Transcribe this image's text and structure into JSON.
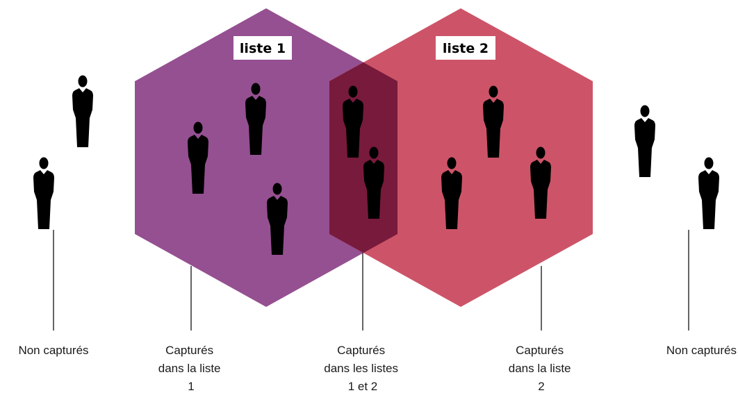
{
  "colors": {
    "list1_fill": "#955091",
    "list2_fill": "#cd5468",
    "overlap_fill": "#781a3c",
    "person": "#000000",
    "leader_line": "#111111",
    "label_box": "#ffffff"
  },
  "lists": [
    {
      "label": "liste 1",
      "icon": "hexagon"
    },
    {
      "label": "liste 2",
      "icon": "hexagon"
    }
  ],
  "groups": [
    {
      "key": "not-captured-left",
      "lines": [
        "Non capturés"
      ],
      "people": 2
    },
    {
      "key": "captured-list-1",
      "lines": [
        "Capturés",
        "dans la liste",
        "1"
      ],
      "people": 3
    },
    {
      "key": "captured-both",
      "lines": [
        "Capturés",
        "dans les listes",
        "1 et 2"
      ],
      "people": 2
    },
    {
      "key": "captured-list-2",
      "lines": [
        "Capturés",
        "dans la liste",
        "2"
      ],
      "people": 3
    },
    {
      "key": "not-captured-right",
      "lines": [
        "Non capturés"
      ],
      "people": 2
    }
  ],
  "person_icon": "person-silhouette-icon"
}
